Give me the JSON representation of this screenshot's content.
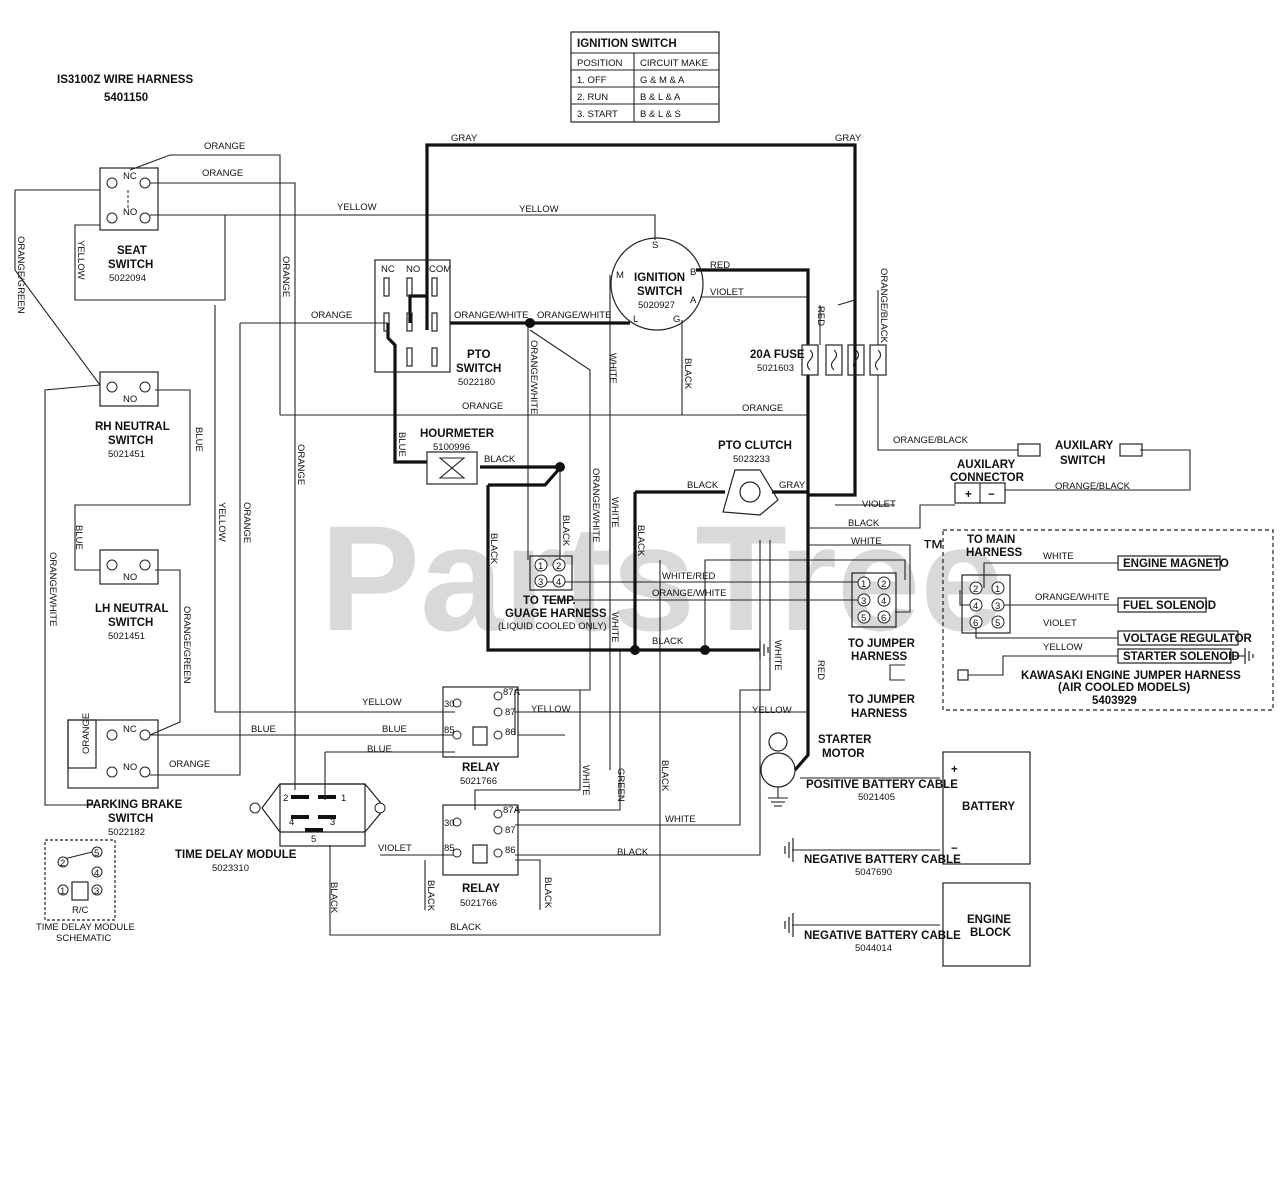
{
  "watermark": "PartsTree",
  "watermark_tm": "™",
  "harness": {
    "title": "IS3100Z WIRE HARNESS",
    "part": "5401150"
  },
  "ignition_table": {
    "title": "IGNITION SWITCH",
    "headers": [
      "POSITION",
      "CIRCUIT MAKE"
    ],
    "rows": [
      [
        "1. OFF",
        "G & M & A"
      ],
      [
        "2. RUN",
        "B & L & A"
      ],
      [
        "3. START",
        "B & L & S"
      ]
    ]
  },
  "components": {
    "seat_switch": {
      "name_1": "SEAT",
      "name_2": "SWITCH",
      "part": "5022094",
      "nc": "NC",
      "no": "NO"
    },
    "rh_neutral": {
      "name_1": "RH NEUTRAL",
      "name_2": "SWITCH",
      "part": "5021451",
      "no": "NO"
    },
    "lh_neutral": {
      "name_1": "LH NEUTRAL",
      "name_2": "SWITCH",
      "part": "5021451",
      "no": "NO"
    },
    "parking_brake": {
      "name_1": "PARKING BRAKE",
      "name_2": "SWITCH",
      "part": "5022182",
      "nc": "NC",
      "no": "NO",
      "side": "ORANGE"
    },
    "pto_switch": {
      "name_1": "PTO",
      "name_2": "SWITCH",
      "part": "5022180",
      "nc": "NC",
      "no": "NO",
      "com": "COM"
    },
    "ignition_switch": {
      "name_1": "IGNITION",
      "name_2": "SWITCH",
      "part": "5020927",
      "s": "S",
      "m": "M",
      "b": "B",
      "a": "A",
      "l": "L",
      "g": "G"
    },
    "fuse": {
      "name": "20A FUSE",
      "part": "5021603"
    },
    "hourmeter": {
      "name": "HOURMETER",
      "part": "5100996"
    },
    "pto_clutch": {
      "name": "PTO CLUTCH",
      "part": "5023233"
    },
    "aux_switch": {
      "name_1": "AUXILARY",
      "name_2": "SWITCH"
    },
    "aux_connector": {
      "name_1": "AUXILARY",
      "name_2": "CONNECTOR",
      "plus": "+",
      "minus": "−"
    },
    "temp_harness": {
      "name_1": "TO TEMP.",
      "name_2": "GUAGE HARNESS",
      "note": "(LIQUID COOLED ONLY)",
      "pins": [
        "1",
        "2",
        "3",
        "4"
      ]
    },
    "jumper_6": {
      "name_1": "TO JUMPER",
      "name_2": "HARNESS",
      "pins": [
        "1",
        "2",
        "3",
        "4",
        "5",
        "6"
      ]
    },
    "jumper_2": {
      "name_1": "TO JUMPER",
      "name_2": "HARNESS"
    },
    "relay_1": {
      "name": "RELAY",
      "part": "5021766",
      "pins": [
        "30",
        "87A",
        "87",
        "85",
        "86"
      ]
    },
    "relay_2": {
      "name": "RELAY",
      "part": "5021766",
      "pins": [
        "30",
        "87A",
        "87",
        "85",
        "86"
      ]
    },
    "time_delay": {
      "name": "TIME DELAY MODULE",
      "part": "5023310",
      "pins": [
        "1",
        "2",
        "3",
        "4",
        "5"
      ]
    },
    "td_schematic": {
      "name_1": "TIME DELAY MODULE",
      "name_2": "SCHEMATIC",
      "pins": [
        "1",
        "2",
        "3",
        "4",
        "5"
      ],
      "rc": "R/C"
    },
    "starter": {
      "name_1": "STARTER",
      "name_2": "MOTOR"
    },
    "battery": {
      "name": "BATTERY",
      "plus": "+",
      "minus": "−"
    },
    "engine_block": {
      "name_1": "ENGINE",
      "name_2": "BLOCK"
    },
    "pos_cable": {
      "name": "POSITIVE BATTERY CABLE",
      "part": "5021405"
    },
    "neg_cable_1": {
      "name": "NEGATIVE BATTERY CABLE",
      "part": "5047690"
    },
    "neg_cable_2": {
      "name": "NEGATIVE BATTERY CABLE",
      "part": "5044014"
    }
  },
  "kawasaki": {
    "to_main_1": "TO MAIN",
    "to_main_2": "HARNESS",
    "pins": [
      "2",
      "1",
      "4",
      "3",
      "6",
      "5"
    ],
    "labels": [
      "ENGINE MAGNETO",
      "FUEL SOLENOID",
      "VOLTAGE REGULATOR",
      "STARTER SOLENOID"
    ],
    "wires": [
      "WHITE",
      "ORANGE/WHITE",
      "VIOLET",
      "YELLOW"
    ],
    "title_1": "KAWASAKI ENGINE JUMPER HARNESS",
    "title_2": "(AIR COOLED MODELS)",
    "part": "5403929"
  },
  "wire_labels": {
    "orange": "ORANGE",
    "gray": "GRAY",
    "yellow": "YELLOW",
    "red": "RED",
    "violet": "VIOLET",
    "orange_white": "ORANGE/WHITE",
    "white": "WHITE",
    "black": "BLACK",
    "blue": "BLUE",
    "orange_green": "ORANGE/GREEN",
    "orange_black": "ORANGE/BLACK",
    "white_red": "WHITE/RED",
    "green": "GREEN"
  }
}
